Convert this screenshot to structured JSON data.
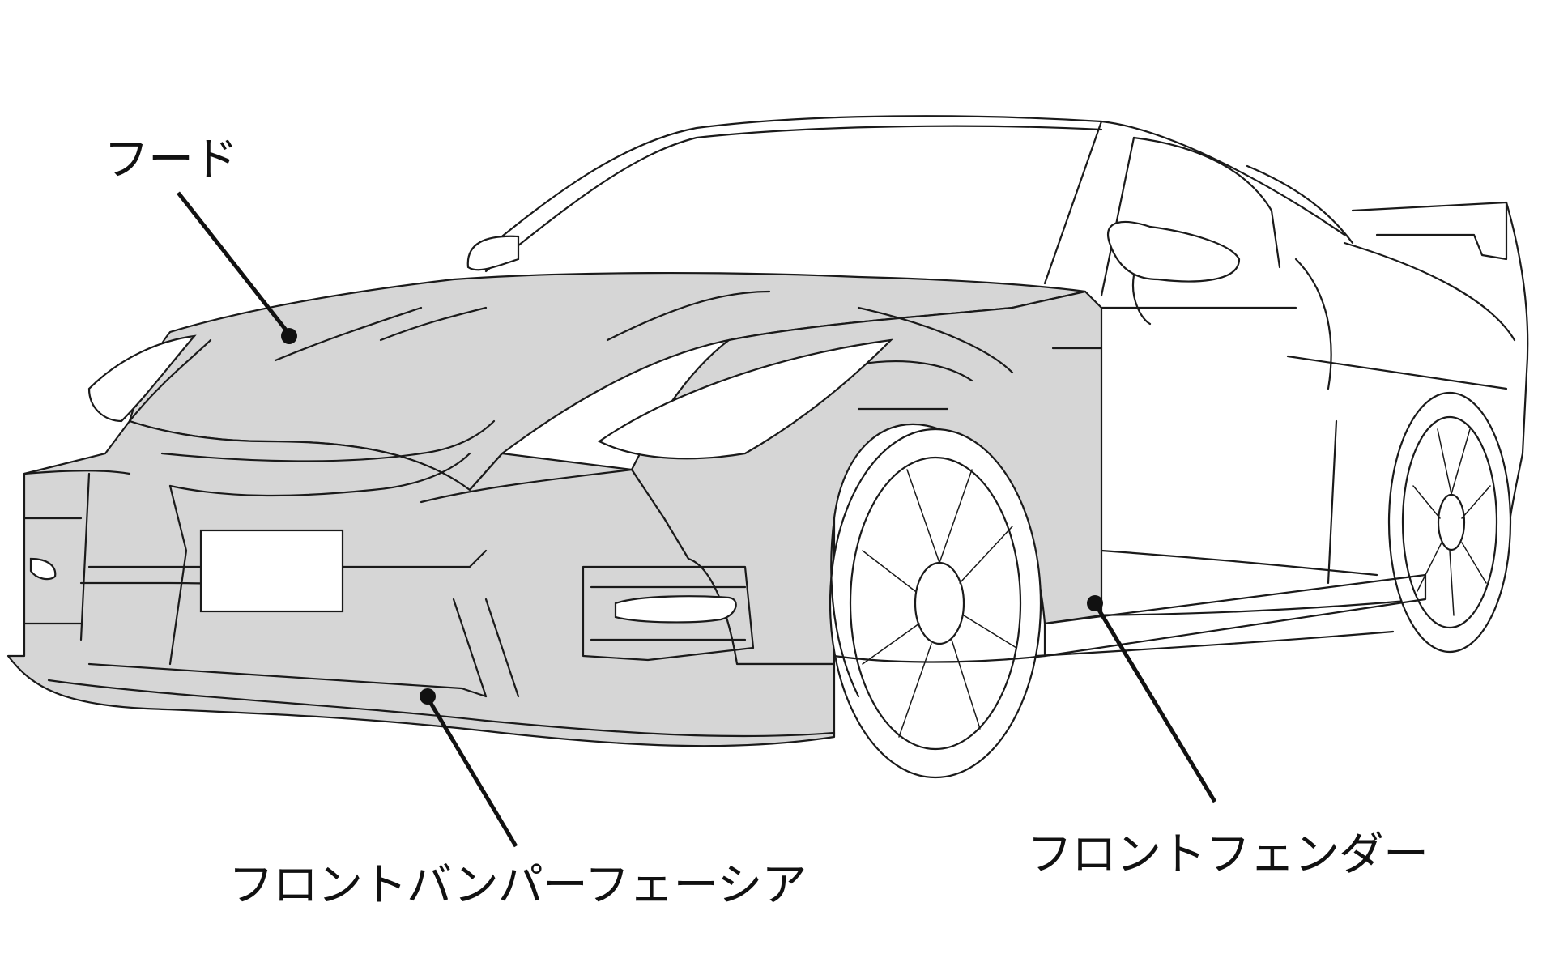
{
  "diagram": {
    "subject": "front-quarter line drawing of a sports car with highlighted body panels",
    "labels": {
      "hood": "フード",
      "front_bumper_fascia": "フロントバンパーフェーシア",
      "front_fender": "フロントフェンダー"
    },
    "colors": {
      "highlight_fill": "#d6d6d6",
      "line": "#1a1a1a",
      "background": "#ffffff"
    }
  }
}
